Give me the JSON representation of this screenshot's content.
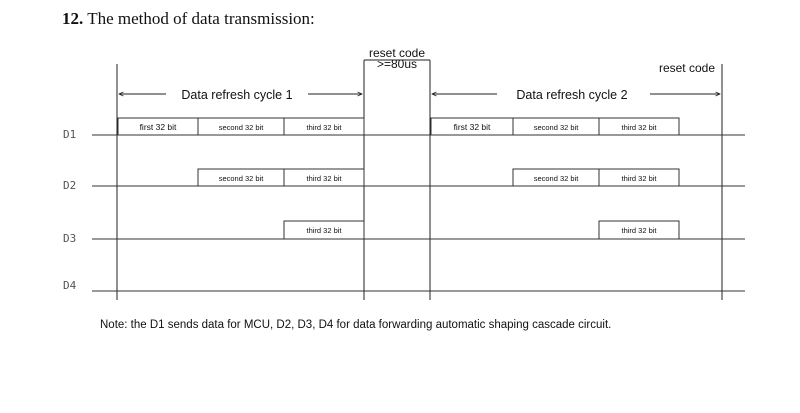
{
  "heading": {
    "number": "12.",
    "text": "The method of data transmission:"
  },
  "reset_top": {
    "line1": "reset code",
    "line2": ">=80us"
  },
  "reset_right": "reset code",
  "cycles": [
    "Data refresh cycle 1",
    "Data refresh cycle 2"
  ],
  "lanes": [
    "D1",
    "D2",
    "D3",
    "D4"
  ],
  "boxes": {
    "first": "first 32 bit",
    "second": "second 32 bit",
    "third": "third 32 bit"
  },
  "note": "Note: the D1 sends data for MCU, D2, D3, D4 for data forwarding automatic shaping cascade circuit."
}
